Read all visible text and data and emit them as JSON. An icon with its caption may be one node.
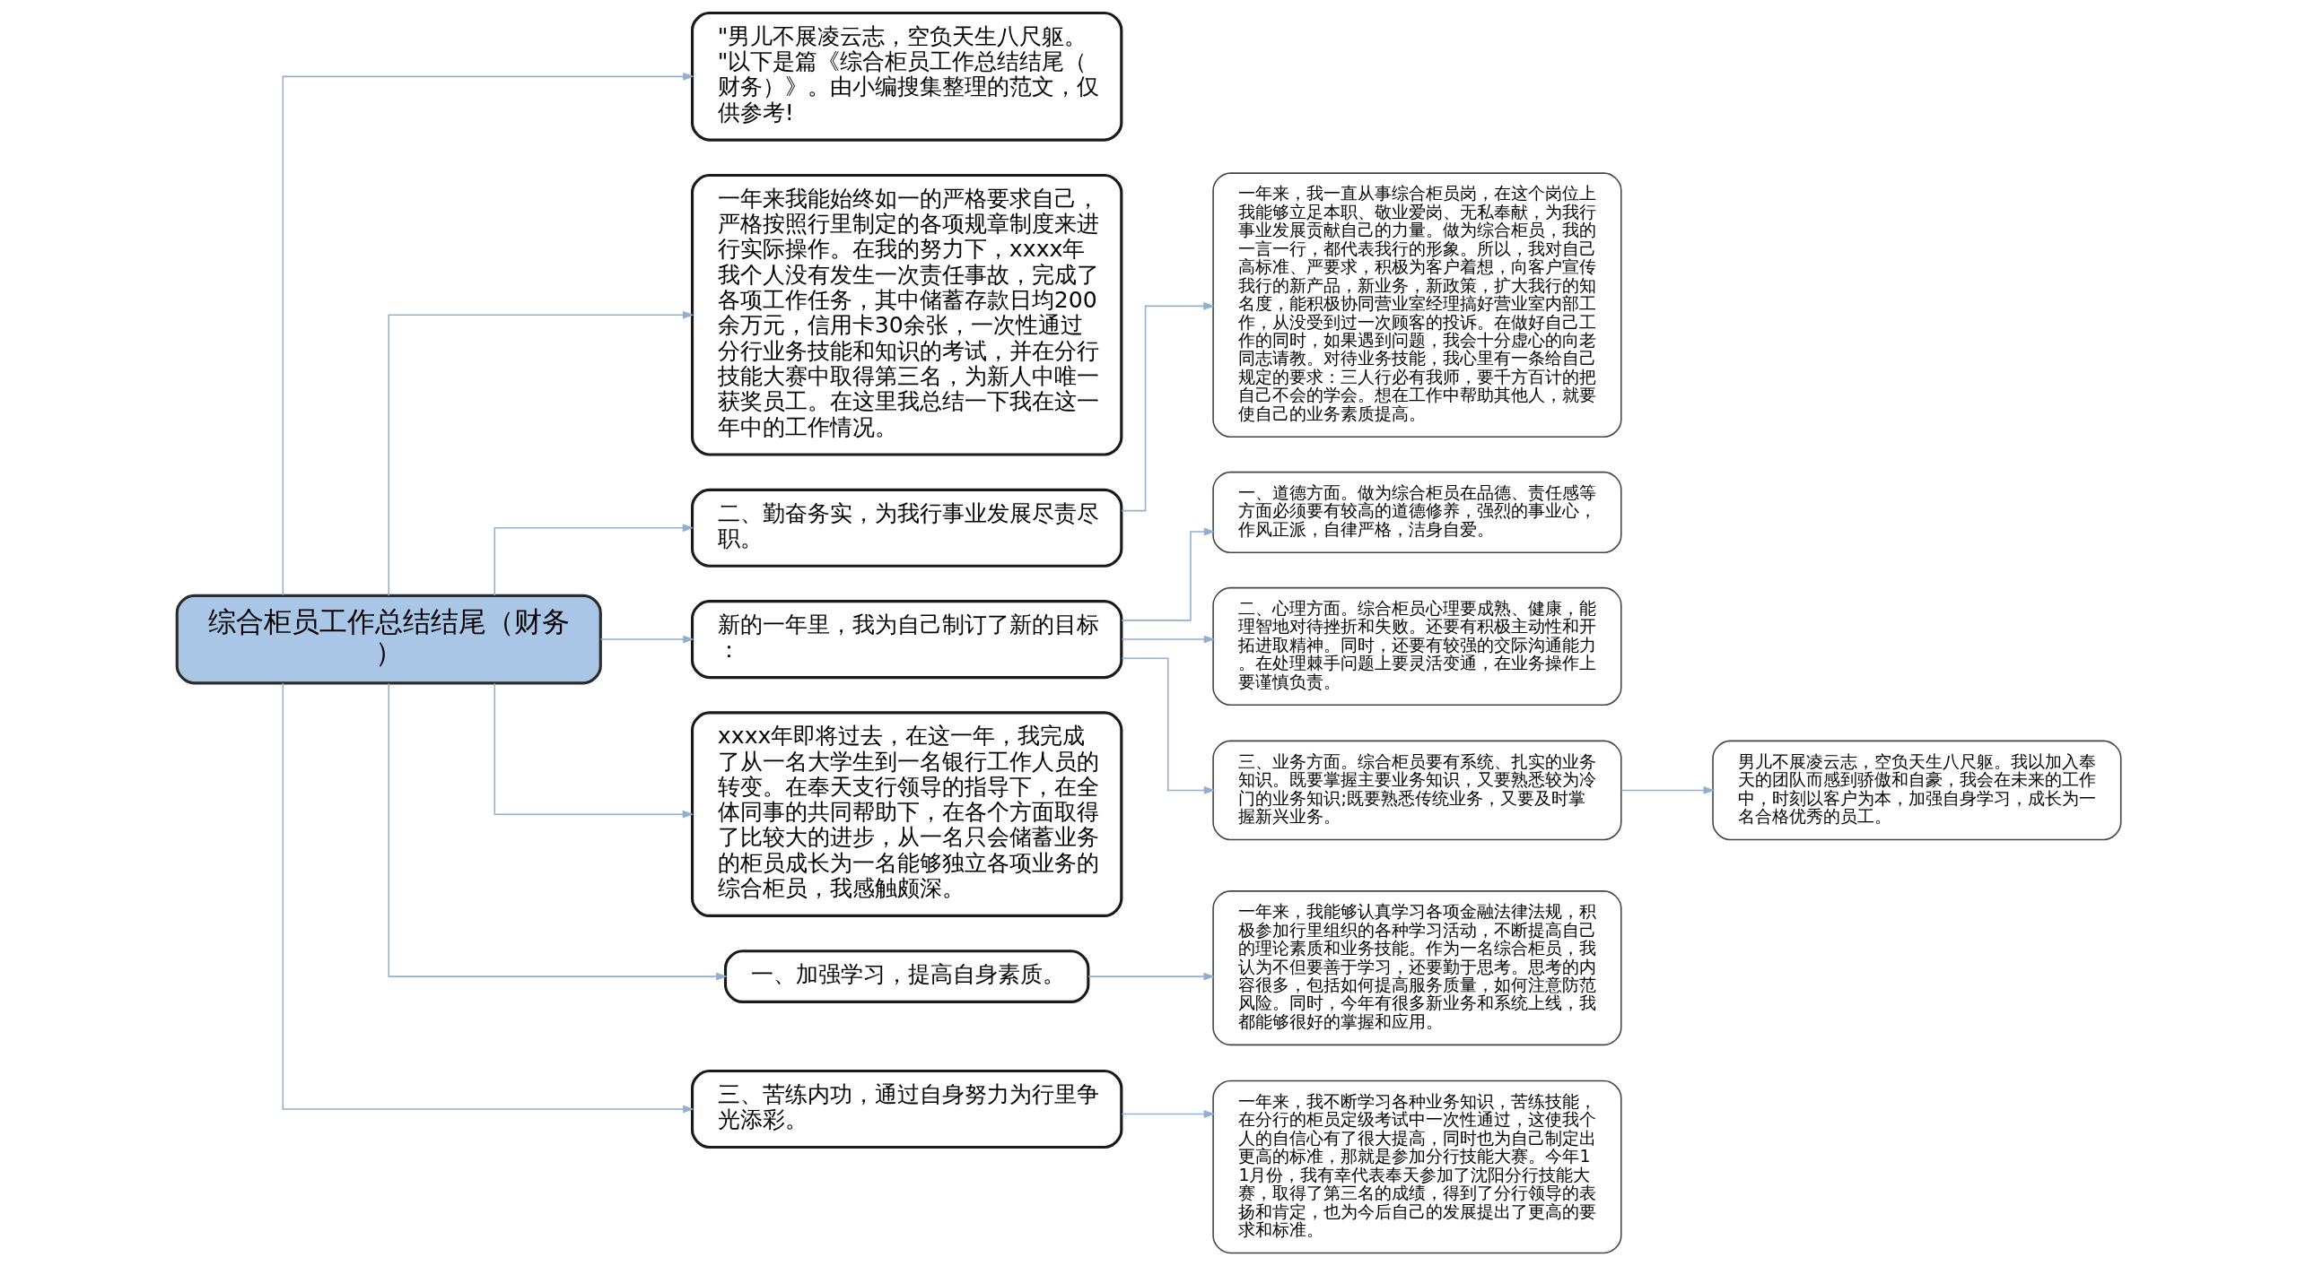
{
  "diagram": {
    "nodes": [
      {
        "text": [
          "综合柜员工作总结结尾（财务）"
        ]
      },
      {
        "text": [
          "\"男儿不展凌云志，空负天生八尺躯。\"以下是篇《综合柜员工作总结结尾（财务）》。由小编搜集整理的范文，仅供参考!"
        ]
      },
      {
        "text": [
          "一年来我能始终如一的严格要求自己，严格按照行里制定的各项规章制度来进行实际操作。在我的努力下，xxxx年我个人没有发生一次责任事故，完成了各项工作任务，其中储蓄存款日均200余万元，信用卡30余张，一次性通过分行业务技能和知识的考试，并在分行技能大赛中取得第三名，为新人中唯一获奖员工。在这里我总结一下我在这一年中的工作情况。"
        ]
      },
      {
        "text": [
          "二、勤奋务实，为我行事业发展尽责尽职。"
        ]
      },
      {
        "text": [
          "一年来，我一直从事综合柜员岗，在这个岗位上我能够立足本职、敬业爱岗、无私奉献，为我行事业发展贡献自己的力量。做为综合柜员，我的一言一行，都代表我行的形象。所以，我对自己高标准、严要求，积极为客户着想，向客户宣传我行的新产品，新业务，新政策，扩大我行的知名度，能积极协同营业室经理搞好营业室内部工作，从没受到过一次顾客的投诉。在做好自己工作的同时，如果遇到问题，我会十分虚心的向老同志请教。对待业务技能，我心里有一条给自己规定的要求：三人行必有我师，要千方百计的把自己不会的学会。想在工作中帮助其他人，就要使自己的业务素质提高。"
        ]
      },
      {
        "text": [
          "新的一年里，我为自己制订了新的目标："
        ]
      },
      {
        "text": [
          "一、道德方面。做为综合柜员在品德、责任感等方面必须要有较高的道德修养，强烈的事业心，作风正派，自律严格，洁身自爱。"
        ]
      },
      {
        "text": [
          "二、心理方面。综合柜员心理要成熟、健康，能理智地对待挫折和失败。还要有积极主动性和开拓进取精神。同时，还要有较强的交际沟通能力。在处理棘手问题上要灵活变通，在业务操作上要谨慎负责。"
        ]
      },
      {
        "text": [
          "三、业务方面。综合柜员要有系统、扎实的业务知识。既要掌握主要业务知识，又要熟悉较为冷门的业务知识;既要熟悉传统业务，又要及时掌握新兴业务。"
        ]
      },
      {
        "text": [
          "男儿不展凌云志，空负天生八尺躯。我以加入奉天的团队而感到骄傲和自豪，我会在未来的工作中，时刻以客户为本，加强自身学习，成长为一名合格优秀的员工。"
        ]
      },
      {
        "text": [
          "xxxx年即将过去，在这一年，我完成了从一名大学生到一名银行工作人员的转变。在奉天支行领导的指导下，在全体同事的共同帮助下，在各个方面取得了比较大的进步，从一名只会储蓄业务的柜员成长为一名能够独立各项业务的综合柜员，我感触颇深。"
        ]
      },
      {
        "text": [
          "一、加强学习，提高自身素质。"
        ]
      },
      {
        "text": [
          "一年来，我能够认真学习各项金融法律法规，积极参加行里组织的各种学习活动，不断提高自己的理论素质和业务技能。作为一名综合柜员，我认为不但要善于学习，还要勤于思考。思考的内容很多，包括如何提高服务质量，如何注意防范风险。同时，今年有很多新业务和系统上线，我都能够很好的掌握和应用。"
        ]
      },
      {
        "text": [
          "三、苦练内功，通过自身努力为行里争光添彩。"
        ]
      },
      {
        "text": [
          "一年来，我不断学习各种业务知识，苦练技能，在分行的柜员定级考试中一次性通过，这使我个人的自信心有了很大提高，同时也为自己制定出更高的标准，那就是参加分行技能大赛。今年11月份，我有幸代表奉天参加了沈阳分行技能大赛，取得了第三名的成绩，得到了分行领导的表扬和肯定，也为今后自己的发展提出了更高的要求和标准。"
        ]
      }
    ],
    "edges": [
      {
        "from": 0,
        "to": 1,
        "arrow": "to"
      },
      {
        "from": 0,
        "to": 2,
        "arrow": "to"
      },
      {
        "from": 0,
        "to": 3,
        "arrow": "to"
      },
      {
        "from": 3,
        "to": 4,
        "arrow": "to"
      },
      {
        "from": 0,
        "to": 5,
        "arrow": "to"
      },
      {
        "from": 5,
        "to": 6,
        "arrow": "to"
      },
      {
        "from": 5,
        "to": 7,
        "arrow": "to"
      },
      {
        "from": 5,
        "to": 8,
        "arrow": "to"
      },
      {
        "from": 8,
        "to": 9,
        "arrow": "to"
      },
      {
        "from": 0,
        "to": 10,
        "arrow": "to"
      },
      {
        "from": 0,
        "to": 11,
        "arrow": "to"
      },
      {
        "from": 11,
        "to": 12,
        "arrow": "to"
      },
      {
        "from": 0,
        "to": 13,
        "arrow": "to"
      },
      {
        "from": 13,
        "to": 14,
        "arrow": "to"
      }
    ]
  }
}
